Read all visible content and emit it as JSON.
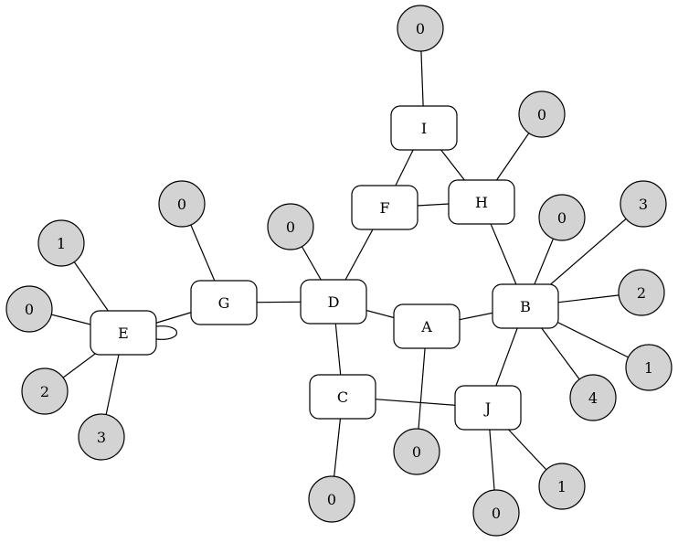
{
  "colors": {
    "box_fill": "#ffffff",
    "leaf_fill": "#d3d3d3",
    "stroke": "#000000"
  },
  "nodes": [
    {
      "id": "I",
      "label": "I",
      "shape": "box"
    },
    {
      "id": "F",
      "label": "F",
      "shape": "box"
    },
    {
      "id": "H",
      "label": "H",
      "shape": "box"
    },
    {
      "id": "G",
      "label": "G",
      "shape": "box"
    },
    {
      "id": "D",
      "label": "D",
      "shape": "box"
    },
    {
      "id": "A",
      "label": "A",
      "shape": "box"
    },
    {
      "id": "B",
      "label": "B",
      "shape": "box"
    },
    {
      "id": "E",
      "label": "E",
      "shape": "box"
    },
    {
      "id": "C",
      "label": "C",
      "shape": "box"
    },
    {
      "id": "J",
      "label": "J",
      "shape": "box"
    },
    {
      "id": "i0",
      "label": "0",
      "shape": "circle"
    },
    {
      "id": "h0",
      "label": "0",
      "shape": "circle"
    },
    {
      "id": "g0",
      "label": "0",
      "shape": "circle"
    },
    {
      "id": "d0",
      "label": "0",
      "shape": "circle"
    },
    {
      "id": "b0",
      "label": "0",
      "shape": "circle"
    },
    {
      "id": "b3",
      "label": "3",
      "shape": "circle"
    },
    {
      "id": "b2",
      "label": "2",
      "shape": "circle"
    },
    {
      "id": "b1",
      "label": "1",
      "shape": "circle"
    },
    {
      "id": "b4",
      "label": "4",
      "shape": "circle"
    },
    {
      "id": "e1",
      "label": "1",
      "shape": "circle"
    },
    {
      "id": "e0",
      "label": "0",
      "shape": "circle"
    },
    {
      "id": "e2",
      "label": "2",
      "shape": "circle"
    },
    {
      "id": "e3",
      "label": "3",
      "shape": "circle"
    },
    {
      "id": "a0",
      "label": "0",
      "shape": "circle"
    },
    {
      "id": "c0",
      "label": "0",
      "shape": "circle"
    },
    {
      "id": "j0",
      "label": "0",
      "shape": "circle"
    },
    {
      "id": "j1",
      "label": "1",
      "shape": "circle"
    }
  ],
  "edges": [
    [
      "I",
      "i0"
    ],
    [
      "I",
      "F"
    ],
    [
      "I",
      "H"
    ],
    [
      "F",
      "H"
    ],
    [
      "F",
      "D"
    ],
    [
      "H",
      "h0"
    ],
    [
      "H",
      "B"
    ],
    [
      "G",
      "g0"
    ],
    [
      "G",
      "E"
    ],
    [
      "G",
      "D"
    ],
    [
      "D",
      "d0"
    ],
    [
      "D",
      "A"
    ],
    [
      "D",
      "C"
    ],
    [
      "A",
      "B"
    ],
    [
      "A",
      "a0"
    ],
    [
      "B",
      "b0"
    ],
    [
      "B",
      "b3"
    ],
    [
      "B",
      "b2"
    ],
    [
      "B",
      "b1"
    ],
    [
      "B",
      "b4"
    ],
    [
      "B",
      "J"
    ],
    [
      "E",
      "e1"
    ],
    [
      "E",
      "e0"
    ],
    [
      "E",
      "e2"
    ],
    [
      "E",
      "e3"
    ],
    [
      "E",
      "E"
    ],
    [
      "C",
      "J"
    ],
    [
      "C",
      "c0"
    ],
    [
      "J",
      "j0"
    ],
    [
      "J",
      "j1"
    ]
  ]
}
